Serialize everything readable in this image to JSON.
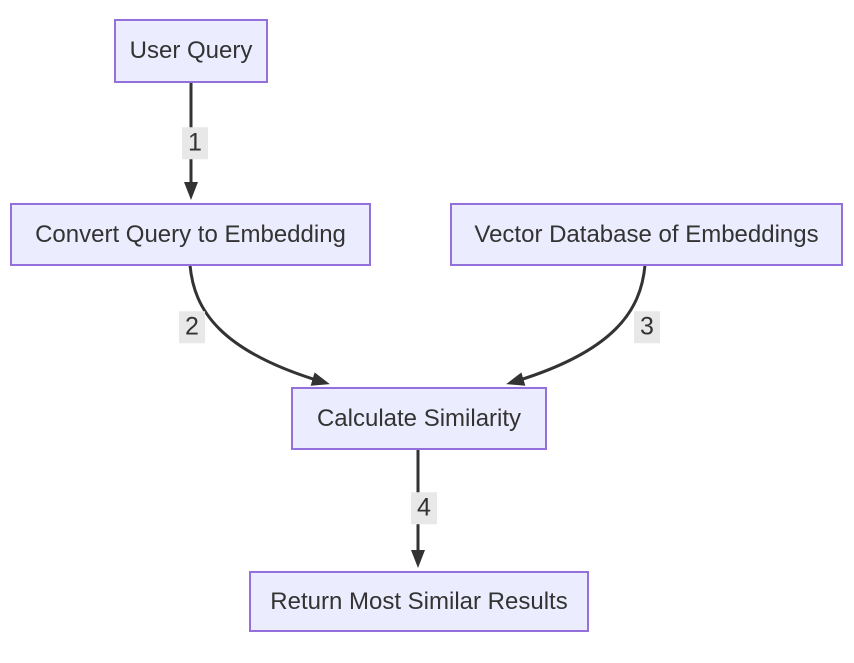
{
  "diagram": {
    "type": "flowchart",
    "direction": "top-down",
    "nodes": [
      {
        "id": "user-query",
        "label": "User Query"
      },
      {
        "id": "convert-embedding",
        "label": "Convert Query to Embedding"
      },
      {
        "id": "vector-database",
        "label": "Vector Database of Embeddings"
      },
      {
        "id": "calc-similarity",
        "label": "Calculate Similarity"
      },
      {
        "id": "return-results",
        "label": "Return Most Similar Results"
      }
    ],
    "edges": [
      {
        "from": "User Query",
        "to": "Convert Query to Embedding",
        "label": "1"
      },
      {
        "from": "Convert Query to Embedding",
        "to": "Calculate Similarity",
        "label": "2"
      },
      {
        "from": "Vector Database of Embeddings",
        "to": "Calculate Similarity",
        "label": "3"
      },
      {
        "from": "Calculate Similarity",
        "to": "Return Most Similar Results",
        "label": "4"
      }
    ],
    "colors": {
      "node_fill": "#ECECFF",
      "node_border": "#9370DB",
      "node_text": "#333333",
      "edge_stroke": "#333333",
      "edge_label_bg": "#e8e8e8",
      "background": "#ffffff"
    }
  }
}
